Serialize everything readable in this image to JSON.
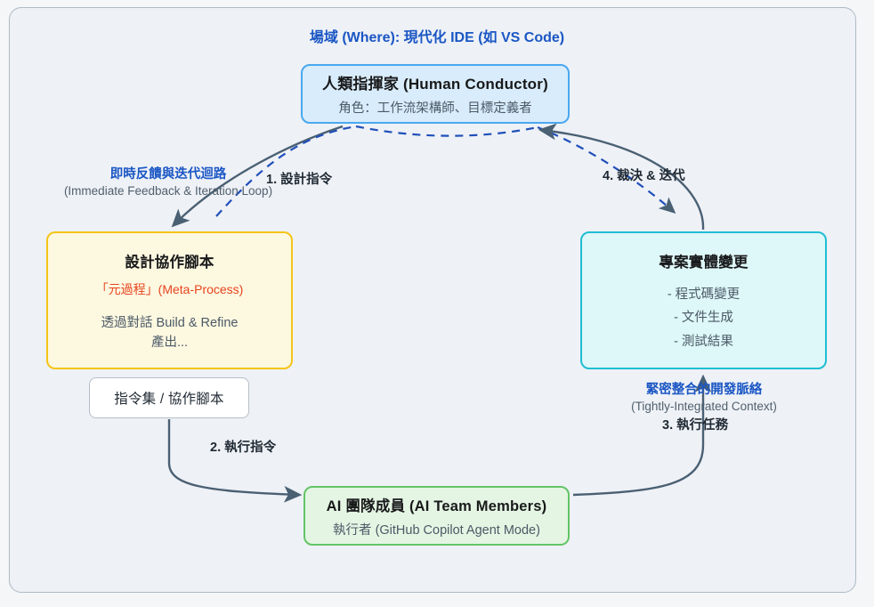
{
  "diagram": {
    "where_label": {
      "main": "場域 (Where): 現代化 IDE (如 VS Code)"
    },
    "nodes": {
      "human": {
        "title": "人類指揮家 (Human Conductor)",
        "subtitle": "角色：工作流架構師、目標定義者",
        "fill": "#d9ecfb",
        "border": "#4aa8ef"
      },
      "script": {
        "title": "設計協作腳本",
        "meta": "「元過程」(Meta-Process)",
        "line1": "透過對話 Build & Refine",
        "line2": "產出...",
        "fill": "#fdf8e0",
        "border": "#f5c518",
        "meta_color": "#e8441f"
      },
      "instruction": {
        "title": "指令集 / 協作腳本",
        "fill": "#ffffff",
        "border": "#b6bfc7"
      },
      "project": {
        "title": "專案實體變更",
        "items": [
          "- 程式碼變更",
          "- 文件生成",
          "- 測試結果"
        ],
        "fill": "#def7f8",
        "border": "#1fbdd4"
      },
      "ai": {
        "title": "AI 團隊成員 (AI Team Members)",
        "subtitle": "執行者 (GitHub Copilot Agent Mode)",
        "fill": "#e4f5e3",
        "border": "#64c466"
      }
    },
    "labels": {
      "feedback": {
        "main": "即時反饋與迭代迴路",
        "sub": "(Immediate Feedback & Iteration Loop)"
      },
      "context": {
        "main": "緊密整合的開發脈絡",
        "sub": "(Tightly-Integrated Context)"
      }
    },
    "steps": {
      "s1": "1. 設計指令",
      "s2": "2. 執行指令",
      "s3": "3. 執行任務",
      "s4": "4. 裁決 & 迭代"
    },
    "colors": {
      "edge": "#4a6073",
      "dashed_edge": "#1f4fba",
      "label_blue": "#1a56c4",
      "frame_border": "#aebac4",
      "canvas_bg": "#eef1f6"
    }
  }
}
